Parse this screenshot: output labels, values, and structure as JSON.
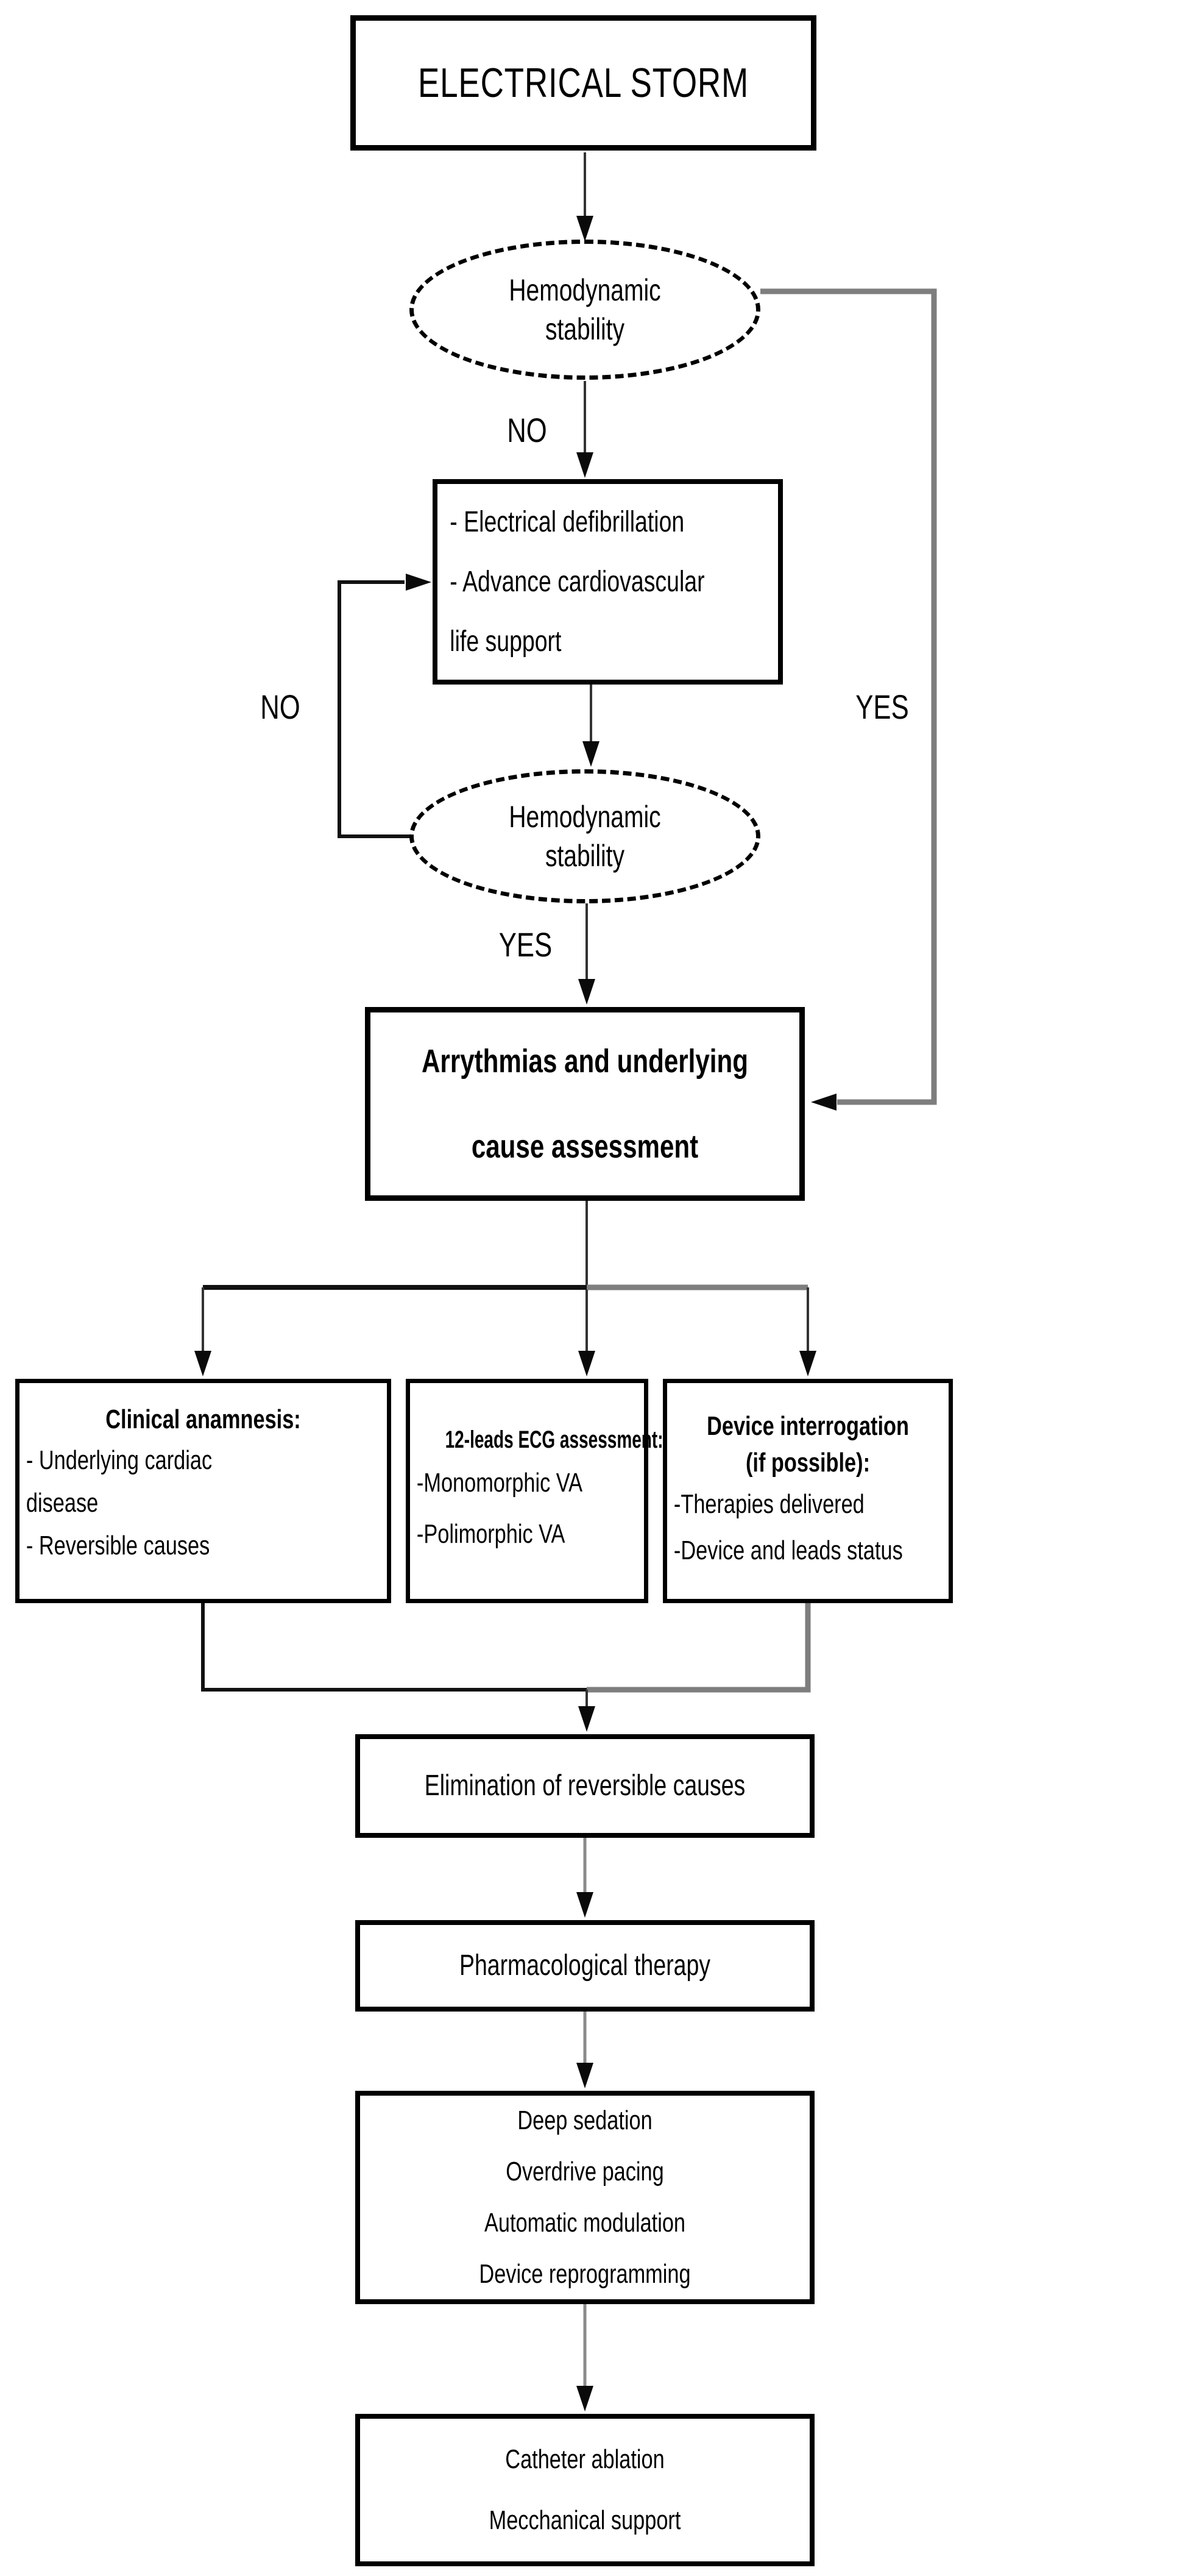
{
  "labels": {
    "no_top": "NO",
    "yes_top": "YES",
    "no_loop": "NO",
    "yes_bottom": "YES"
  },
  "nodes": {
    "electrical_storm": {
      "title": "ELECTRICAL STORM"
    },
    "stability_check_1": {
      "line1": "Hemodynamic",
      "line2": "stability"
    },
    "defibrillation": {
      "line1": "- Electrical defibrillation",
      "line2": "- Advance cardiovascular",
      "line3": "life support"
    },
    "stability_check_2": {
      "line1": "Hemodynamic",
      "line2": "stability"
    },
    "assessment": {
      "line1": "Arrythmias and underlying",
      "line2": "cause assessment"
    },
    "clinical_anamnesis": {
      "title": "Clinical anamnesis:",
      "line1": "- Underlying cardiac",
      "line2": "disease",
      "line3": "- Reversible causes"
    },
    "ecg_assessment": {
      "title": "12-leads ECG assessment:",
      "line1": "-Monomorphic VA",
      "line2": "-Polimorphic VA"
    },
    "device_interrogation": {
      "title1": "Device interrogation",
      "title2": "(if possible):",
      "line1": "-Therapies delivered",
      "line2": "-Device and leads status"
    },
    "elimination": {
      "title": "Elimination of reversible causes"
    },
    "pharmacological": {
      "title": "Pharmacological therapy"
    },
    "escalation": {
      "line1": "Deep sedation",
      "line2": "Overdrive pacing",
      "line3": "Automatic modulation",
      "line4": "Device reprogramming"
    },
    "invasive": {
      "line1": "Catheter ablation",
      "line2": "Mecchanical support"
    }
  },
  "colors": {
    "background": "#ffffff",
    "border": "#000000",
    "text": "#000000",
    "connector_black": "#111111",
    "connector_thin": "#333333",
    "connector_gray": "#7e7e7e"
  }
}
